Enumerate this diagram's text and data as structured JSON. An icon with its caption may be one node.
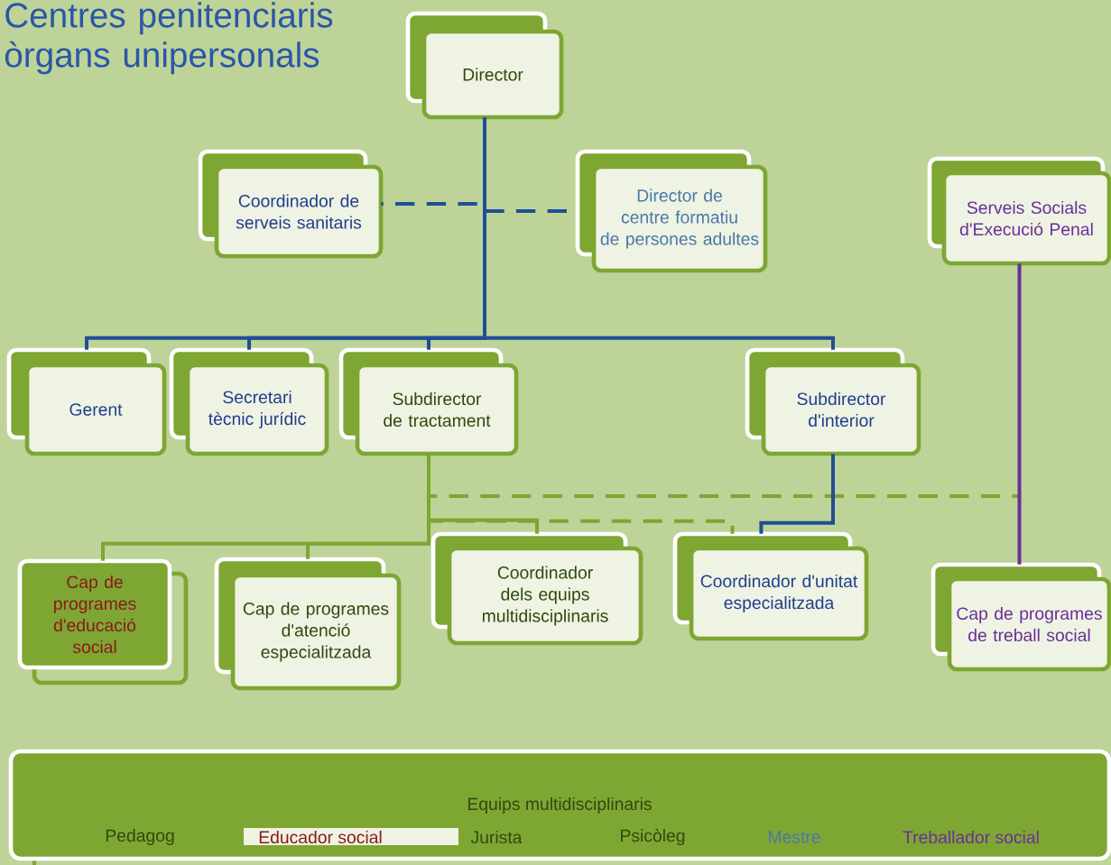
{
  "diagram": {
    "title": "Centres penitenciaris òrgans unipersonals",
    "nodes": [
      {
        "text": [
          "Director"
        ]
      },
      {
        "text": [
          "Coordinador de serveis sanitaris"
        ]
      },
      {
        "text": [
          "Director de centre formatiu de persones adultes"
        ]
      },
      {
        "text": [
          "Serveis Socials d'Execució Penal"
        ]
      },
      {
        "text": [
          "Gerent"
        ]
      },
      {
        "text": [
          "Secretari tècnic jurídic"
        ]
      },
      {
        "text": [
          "Subdirector de tractament"
        ]
      },
      {
        "text": [
          "Subdirector d'interior"
        ]
      },
      {
        "text": [
          "Cap de programes d'educació social"
        ]
      },
      {
        "text": [
          "Cap de programes d'atenció especialitzada"
        ]
      },
      {
        "text": [
          "Coordinador dels equips multidisciplinaris"
        ]
      },
      {
        "text": [
          "Coordinador d'unitat especialitzada"
        ]
      },
      {
        "text": [
          "Cap de programes de treball social"
        ]
      },
      {
        "text": [
          "Equips multidisciplinaris",
          "Pedagog",
          "Educador social",
          "Jurista",
          "Psicòleg",
          "Mestre",
          "Treballador social"
        ]
      }
    ],
    "edges": [
      {
        "from": 0,
        "to": 1,
        "arrow": "none",
        "style": "dashed"
      },
      {
        "from": 0,
        "to": 2,
        "arrow": "none",
        "style": "dashed"
      },
      {
        "from": 0,
        "to": 4,
        "arrow": "none"
      },
      {
        "from": 0,
        "to": 5,
        "arrow": "none"
      },
      {
        "from": 0,
        "to": 6,
        "arrow": "none"
      },
      {
        "from": 0,
        "to": 7,
        "arrow": "none"
      },
      {
        "from": 6,
        "to": 8,
        "arrow": "none",
        "color": "#7ea632"
      },
      {
        "from": 6,
        "to": 9,
        "arrow": "none",
        "color": "#7ea632"
      },
      {
        "from": 6,
        "to": 10,
        "arrow": "none",
        "color": "#7ea632"
      },
      {
        "from": 6,
        "to": 11,
        "arrow": "none",
        "style": "dashed",
        "color": "#7ea632"
      },
      {
        "from": 6,
        "to": null,
        "arrow": "none",
        "style": "dashed",
        "color": "#7ea632"
      },
      {
        "from": 7,
        "to": 11,
        "arrow": "none"
      },
      {
        "from": 3,
        "to": 12,
        "arrow": "none",
        "color": "#6a2f9a"
      }
    ]
  }
}
